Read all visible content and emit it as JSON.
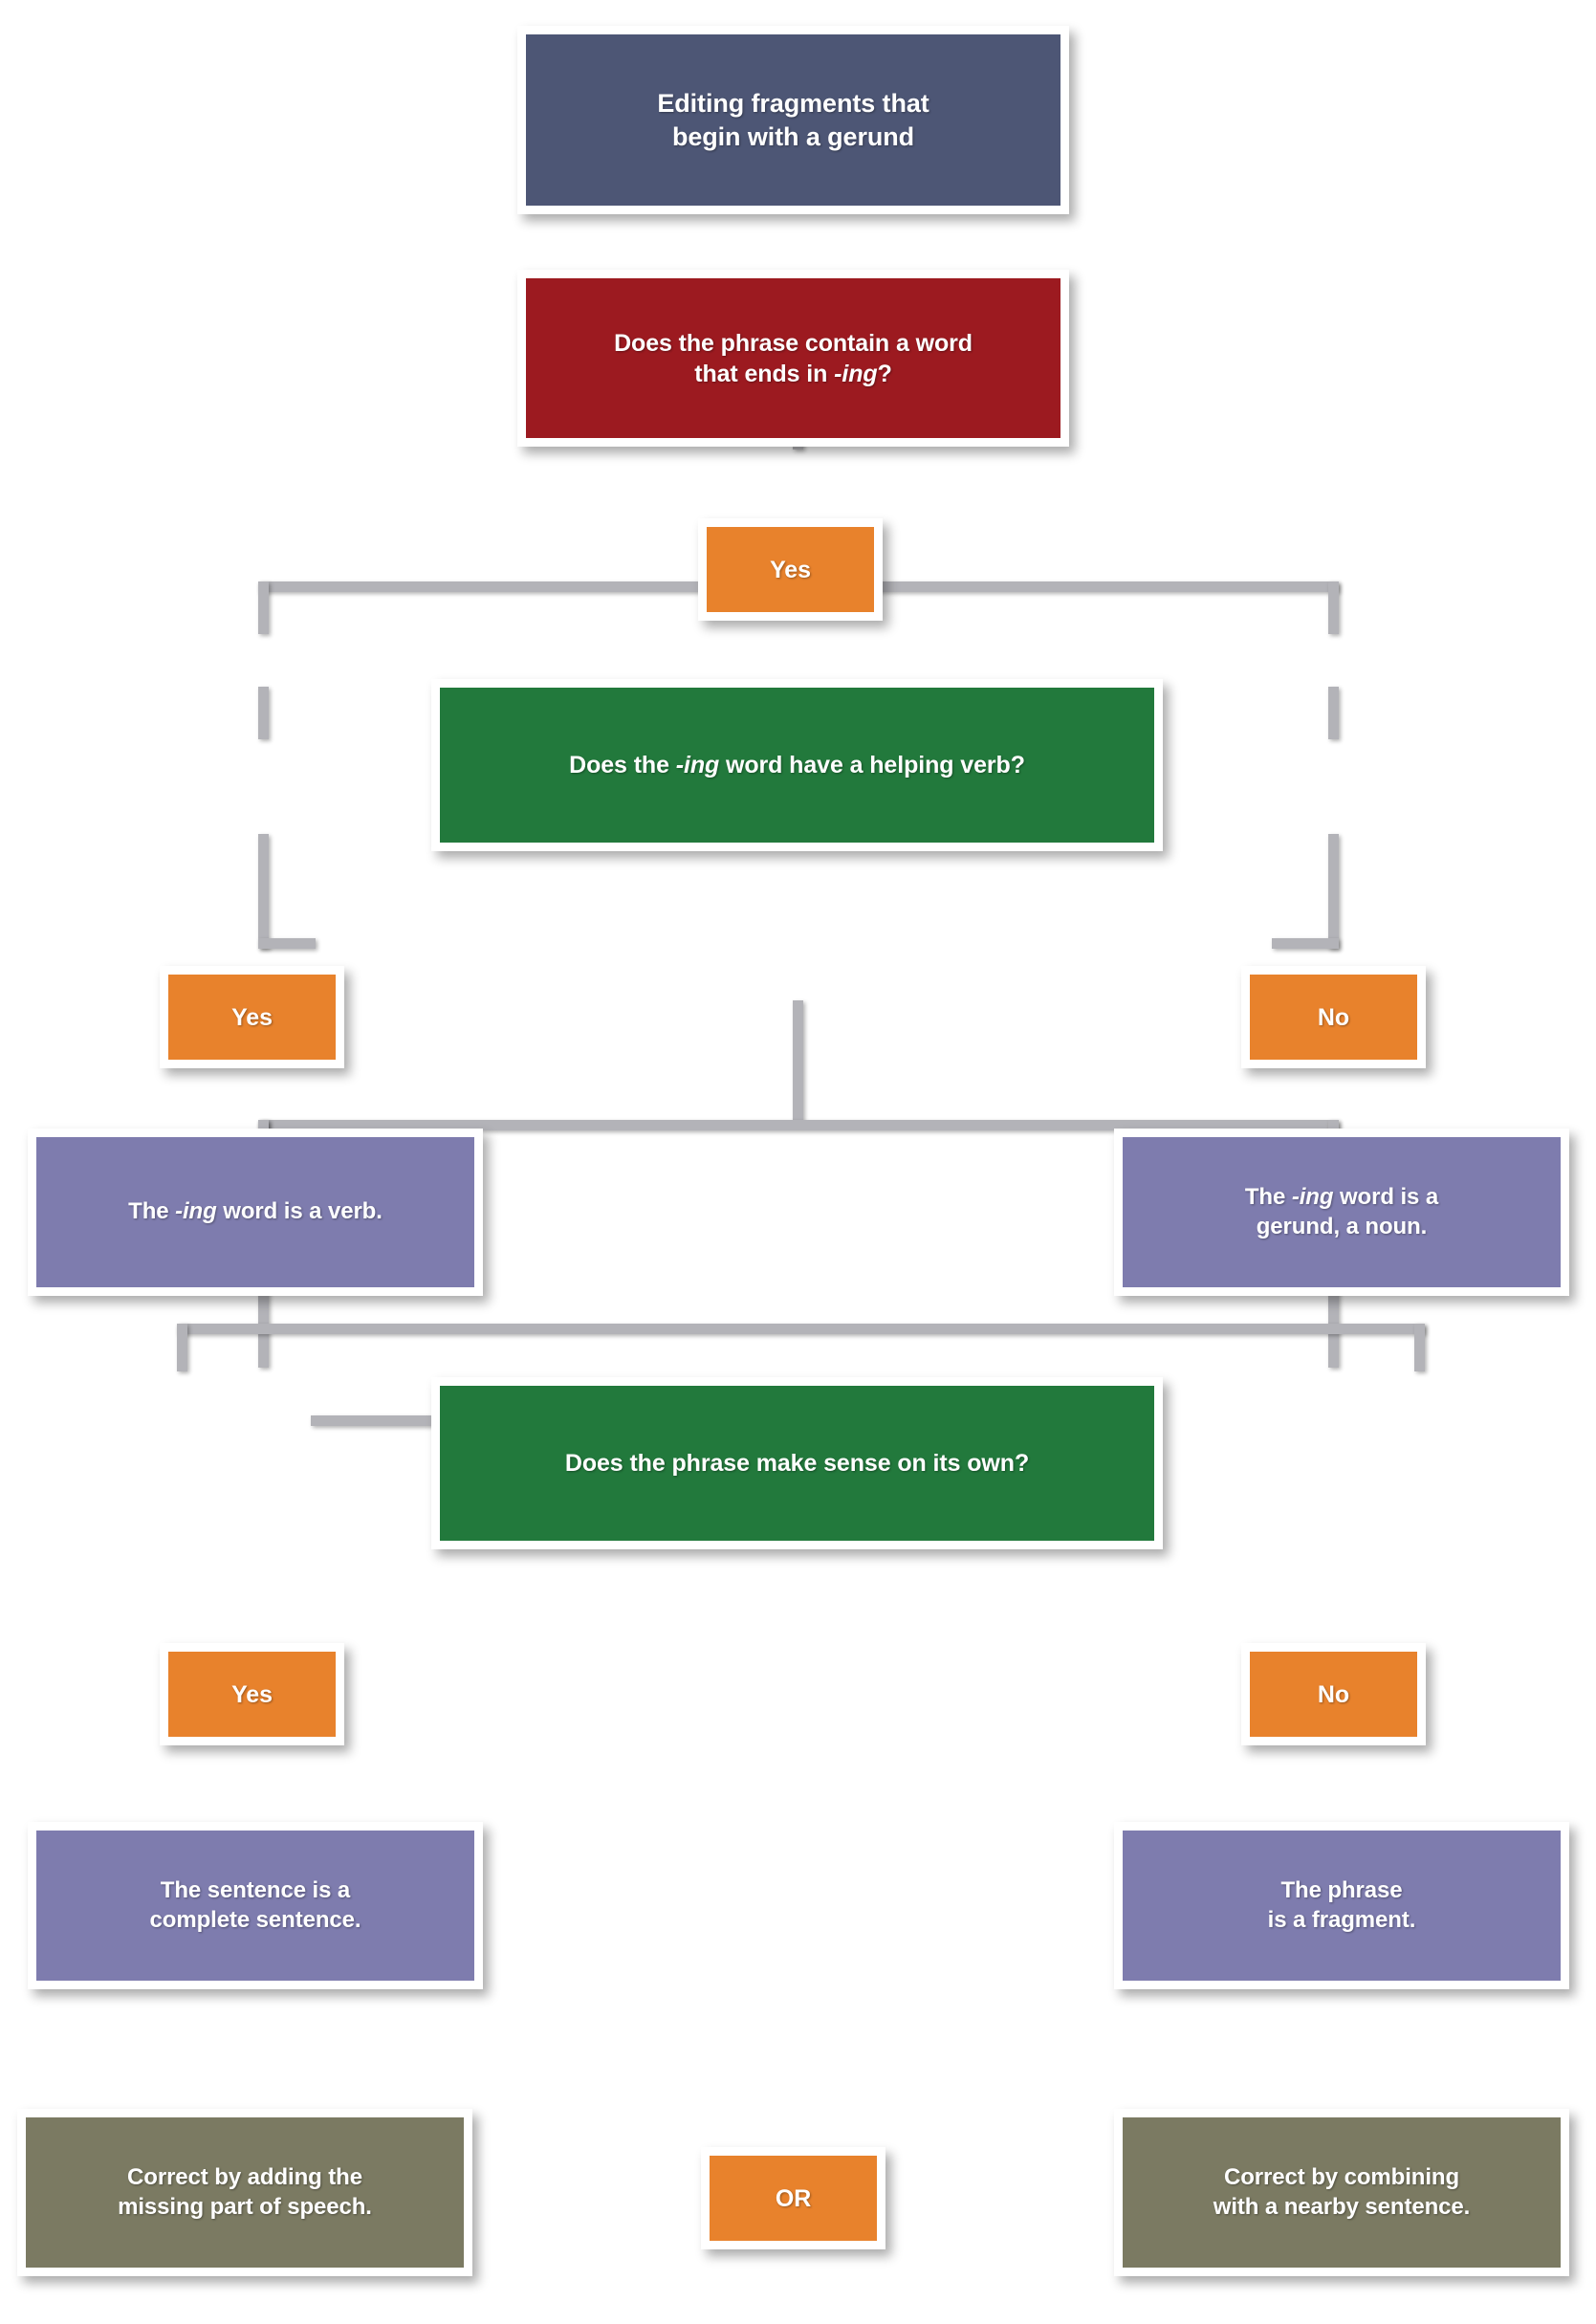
{
  "diagram": {
    "title": "Editing fragments that begin with a gerund",
    "background_color": "#ffffff",
    "connector_color": "#b3b3b8"
  },
  "colors": {
    "start": "#4d5675",
    "question_red": "#9c1a20",
    "question_green": "#22793c",
    "branch_label": "#e8822c",
    "result": "#7e7cae",
    "action": "#7b7a62",
    "box_border": "#ffffff",
    "text": "#ffffff"
  },
  "nodes": {
    "start": {
      "line1": "Editing fragments that",
      "line2": "begin with a gerund",
      "color": "#4d5675",
      "type": "start"
    },
    "q1": {
      "line1": "Does the phrase contain a word",
      "line2_pre": "that ends in ",
      "line2_em": "-ing",
      "line2_post": "?",
      "color": "#9c1a20",
      "type": "question"
    },
    "q1_yes": {
      "label": "Yes",
      "color": "#e8822c",
      "type": "branch-label"
    },
    "q2": {
      "pre": "Does the  ",
      "em": "-ing",
      "post": " word have a helping verb?",
      "color": "#22793c",
      "type": "question"
    },
    "q2_yes": {
      "label": "Yes",
      "color": "#e8822c",
      "type": "branch-label"
    },
    "q2_no": {
      "label": "No",
      "color": "#e8822c",
      "type": "branch-label"
    },
    "r_verb": {
      "pre": "The ",
      "em": "-ing",
      "post": " word is a verb.",
      "color": "#7e7cae",
      "type": "result"
    },
    "r_gerund": {
      "pre": "The ",
      "em": "-ing",
      "post": " word is a",
      "line2": "gerund, a noun.",
      "color": "#7e7cae",
      "type": "result"
    },
    "q3": {
      "label": "Does the phrase make sense on its own?",
      "color": "#22793c",
      "type": "question"
    },
    "q3_yes": {
      "label": "Yes",
      "color": "#e8822c",
      "type": "branch-label"
    },
    "q3_no": {
      "label": "No",
      "color": "#e8822c",
      "type": "branch-label"
    },
    "r_complete": {
      "line1": "The sentence is a",
      "line2": "complete sentence.",
      "color": "#7e7cae",
      "type": "result"
    },
    "r_fragment": {
      "line1": "The phrase",
      "line2": "is a fragment.",
      "color": "#7e7cae",
      "type": "result"
    },
    "a_add": {
      "line1": "Correct by adding the",
      "line2": "missing part of speech.",
      "color": "#7b7a62",
      "type": "action"
    },
    "a_or": {
      "label": "OR",
      "color": "#e8822c",
      "type": "connector-label"
    },
    "a_combine": {
      "line1": "Correct by combining",
      "line2": "with a nearby sentence.",
      "color": "#7b7a62",
      "type": "action"
    }
  },
  "flow": {
    "edges": [
      {
        "from": "start",
        "to": "q1",
        "label": ""
      },
      {
        "from": "q1",
        "to": "q2",
        "label": "Yes"
      },
      {
        "from": "q2",
        "to": "r_verb",
        "label": "Yes"
      },
      {
        "from": "q2",
        "to": "r_gerund",
        "label": "No"
      },
      {
        "from": "r_verb",
        "to": "q3",
        "label": ""
      },
      {
        "from": "r_gerund",
        "to": "q3",
        "label": ""
      },
      {
        "from": "q3",
        "to": "r_complete",
        "label": "Yes"
      },
      {
        "from": "q3",
        "to": "r_fragment",
        "label": "No"
      },
      {
        "from": "r_complete",
        "to": "a_add",
        "label": ""
      },
      {
        "from": "r_fragment",
        "to": "a_combine",
        "label": ""
      },
      {
        "from": "a_add",
        "to": "a_combine",
        "label": "OR"
      }
    ]
  }
}
